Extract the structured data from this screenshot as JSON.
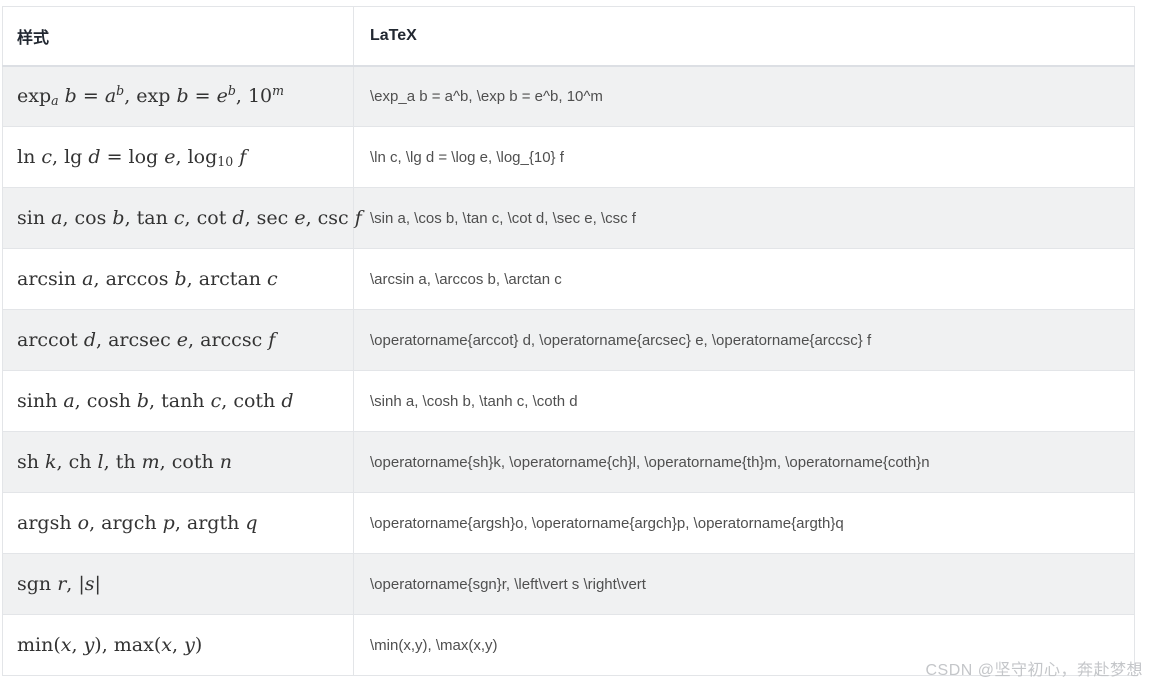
{
  "table": {
    "headers": [
      {
        "label": "样式"
      },
      {
        "label": "LaTeX"
      }
    ],
    "rows": [
      {
        "style": [
          [
            "rm",
            "exp"
          ],
          [
            "sub",
            "a"
          ],
          [
            "rm",
            " "
          ],
          [
            "it",
            "b"
          ],
          [
            "rm",
            " = "
          ],
          [
            "it",
            "a"
          ],
          [
            "sup",
            "b"
          ],
          [
            "rm",
            ", exp "
          ],
          [
            "it",
            "b"
          ],
          [
            "rm",
            " = "
          ],
          [
            "it",
            "e"
          ],
          [
            "sup",
            "b"
          ],
          [
            "rm",
            ", 10"
          ],
          [
            "sup",
            "m"
          ]
        ],
        "latex": "\\exp_a b = a^b, \\exp b = e^b, 10^m"
      },
      {
        "style": [
          [
            "rm",
            "ln "
          ],
          [
            "it",
            "c"
          ],
          [
            "rm",
            ", lg "
          ],
          [
            "it",
            "d"
          ],
          [
            "rm",
            " = log "
          ],
          [
            "it",
            "e"
          ],
          [
            "rm",
            ", log"
          ],
          [
            "sbr",
            "10"
          ],
          [
            "rm",
            " "
          ],
          [
            "it",
            "f"
          ]
        ],
        "latex": "\\ln c, \\lg d = \\log e, \\log_{10} f"
      },
      {
        "style": [
          [
            "rm",
            "sin "
          ],
          [
            "it",
            "a"
          ],
          [
            "rm",
            ", cos "
          ],
          [
            "it",
            "b"
          ],
          [
            "rm",
            ", tan "
          ],
          [
            "it",
            "c"
          ],
          [
            "rm",
            ", cot "
          ],
          [
            "it",
            "d"
          ],
          [
            "rm",
            ", sec "
          ],
          [
            "it",
            "e"
          ],
          [
            "rm",
            ", csc "
          ],
          [
            "it",
            "f"
          ]
        ],
        "latex": "\\sin a, \\cos b, \\tan c, \\cot d, \\sec e, \\csc f"
      },
      {
        "style": [
          [
            "rm",
            "arcsin "
          ],
          [
            "it",
            "a"
          ],
          [
            "rm",
            ", arccos "
          ],
          [
            "it",
            "b"
          ],
          [
            "rm",
            ", arctan "
          ],
          [
            "it",
            "c"
          ]
        ],
        "latex": "\\arcsin a, \\arccos b, \\arctan c"
      },
      {
        "style": [
          [
            "rm",
            "arccot "
          ],
          [
            "it",
            "d"
          ],
          [
            "rm",
            ", arcsec "
          ],
          [
            "it",
            "e"
          ],
          [
            "rm",
            ", arccsc "
          ],
          [
            "it",
            "f"
          ]
        ],
        "latex": "\\operatorname{arccot} d, \\operatorname{arcsec} e, \\operatorname{arccsc} f"
      },
      {
        "style": [
          [
            "rm",
            "sinh "
          ],
          [
            "it",
            "a"
          ],
          [
            "rm",
            ", cosh "
          ],
          [
            "it",
            "b"
          ],
          [
            "rm",
            ", tanh "
          ],
          [
            "it",
            "c"
          ],
          [
            "rm",
            ", coth "
          ],
          [
            "it",
            "d"
          ]
        ],
        "latex": "\\sinh a, \\cosh b, \\tanh c, \\coth d"
      },
      {
        "style": [
          [
            "rm",
            "sh "
          ],
          [
            "it",
            "k"
          ],
          [
            "rm",
            ", ch "
          ],
          [
            "it",
            "l"
          ],
          [
            "rm",
            ", th "
          ],
          [
            "it",
            "m"
          ],
          [
            "rm",
            ", coth "
          ],
          [
            "it",
            "n"
          ]
        ],
        "latex": "\\operatorname{sh}k, \\operatorname{ch}l, \\operatorname{th}m, \\operatorname{coth}n"
      },
      {
        "style": [
          [
            "rm",
            "argsh "
          ],
          [
            "it",
            "o"
          ],
          [
            "rm",
            ", argch "
          ],
          [
            "it",
            "p"
          ],
          [
            "rm",
            ", argth "
          ],
          [
            "it",
            "q"
          ]
        ],
        "latex": "\\operatorname{argsh}o, \\operatorname{argch}p, \\operatorname{argth}q"
      },
      {
        "style": [
          [
            "rm",
            "sgn "
          ],
          [
            "it",
            "r"
          ],
          [
            "rm",
            ", |"
          ],
          [
            "it",
            "s"
          ],
          [
            "rm",
            "|"
          ]
        ],
        "latex": "\\operatorname{sgn}r, \\left\\vert s \\right\\vert"
      },
      {
        "style": [
          [
            "rm",
            "min("
          ],
          [
            "it",
            "x"
          ],
          [
            "rm",
            ", "
          ],
          [
            "it",
            "y"
          ],
          [
            "rm",
            "), max("
          ],
          [
            "it",
            "x"
          ],
          [
            "rm",
            ", "
          ],
          [
            "it",
            "y"
          ],
          [
            "rm",
            ")"
          ]
        ],
        "latex": "\\min(x,y), \\max(x,y)"
      }
    ]
  },
  "watermark": {
    "text": "CSDN @坚守初心，奔赴梦想"
  },
  "colors": {
    "stripe": "#f0f1f2",
    "border": "#e3e5e8",
    "border_strong": "#dcdfe4",
    "header_text": "#222831",
    "code_text": "#4f4f4f",
    "math_text": "#333333",
    "watermark_text": "#c4c6c9"
  }
}
